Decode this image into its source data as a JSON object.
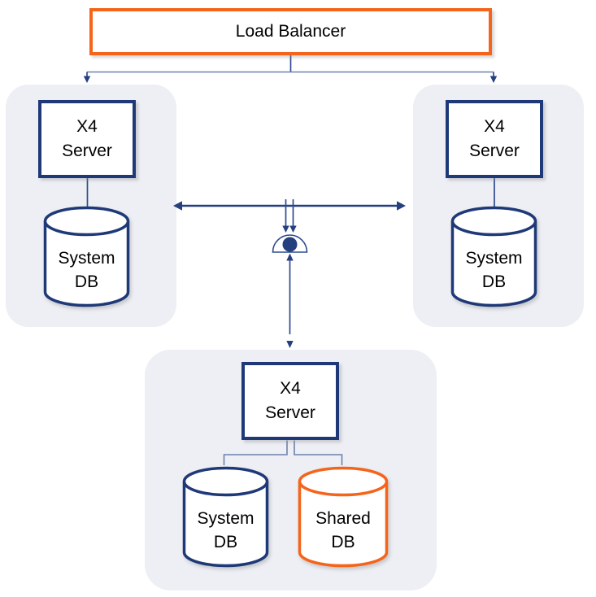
{
  "diagram": {
    "load_balancer": {
      "label": "Load Balancer"
    },
    "groups": [
      {
        "name": "left-cluster",
        "server": {
          "line1": "X4",
          "line2": "Server"
        },
        "databases": [
          {
            "line1": "System",
            "line2": "DB",
            "accent": "navy"
          }
        ]
      },
      {
        "name": "right-cluster",
        "server": {
          "line1": "X4",
          "line2": "Server"
        },
        "databases": [
          {
            "line1": "System",
            "line2": "DB",
            "accent": "navy"
          }
        ]
      },
      {
        "name": "bottom-cluster",
        "server": {
          "line1": "X4",
          "line2": "Server"
        },
        "databases": [
          {
            "line1": "System",
            "line2": "DB",
            "accent": "navy"
          },
          {
            "line1": "Shared",
            "line2": "DB",
            "accent": "orange"
          }
        ]
      }
    ],
    "junction": {
      "icon": "semicircle-dot-junction"
    },
    "colors": {
      "accent_orange": "#F4641A",
      "navy": "#1F3978",
      "line_navy": "#2E4A8F",
      "connector_light": "#6D82AC",
      "group_background": "#EDEFF4"
    }
  }
}
